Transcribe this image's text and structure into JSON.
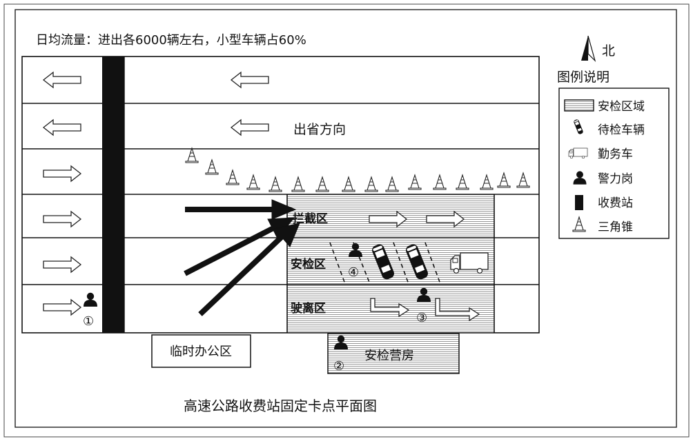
{
  "header": {
    "traffic_note": "日均流量：进出各6000辆左右，小型车辆占60%"
  },
  "compass": {
    "label": "北"
  },
  "lanes": {
    "direction_label": "出省方向"
  },
  "zones": {
    "intercept": "拦截区",
    "inspection": "安检区",
    "exit": "驶离区"
  },
  "buildings": {
    "temp_office": "临时办公区",
    "barracks": "安检营房"
  },
  "posts": {
    "p1": "①",
    "p2": "②",
    "p3": "③",
    "p4": "④"
  },
  "legend": {
    "title": "图例说明",
    "items": [
      {
        "icon": "inspection-area-swatch",
        "label": "安检区域"
      },
      {
        "icon": "waiting-vehicle-icon",
        "label": "待检车辆"
      },
      {
        "icon": "service-truck-icon",
        "label": "勤务车"
      },
      {
        "icon": "police-post-icon",
        "label": "警力岗"
      },
      {
        "icon": "toll-station-icon",
        "label": "收费站"
      },
      {
        "icon": "traffic-cone-icon",
        "label": "三角锥"
      }
    ]
  },
  "caption": "高速公路收费站固定卡点平面图",
  "colors": {
    "ink": "#111111",
    "hatch": "#888888",
    "paper": "#ffffff"
  }
}
